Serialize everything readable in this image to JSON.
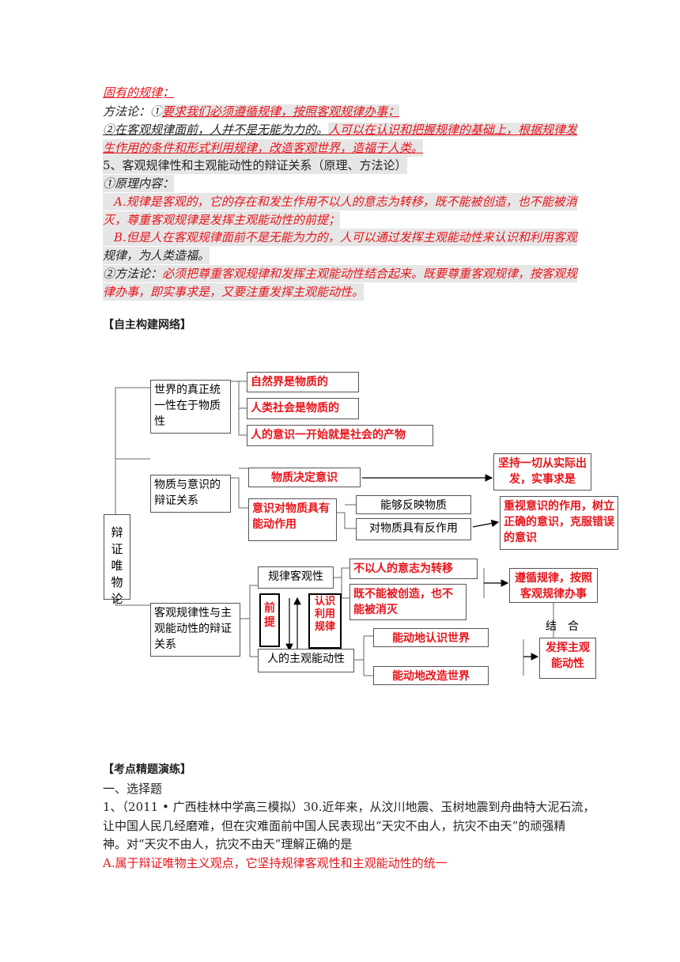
{
  "text": {
    "l1": "固有的规律；",
    "l2a": "方法论：①",
    "l2b": "要求我们必须遵循规律，按照客观规律办事；",
    "l3a": "②在客观规律面前，人并不是无能为力的。",
    "l3b": "人可以在认识和把握规律的基础上，根据规律发",
    "l4": "生作用的条件和形式利用规律，改造客观世界，造福于人类。",
    "l5": "5、客观规律性和主观能动性的辩证关系（原理、方法论）",
    "l6": "①原理内容：",
    "l7": "A.规律是客观的，它的存在和发生作用不以人的意志为转移，既不能被创造，也不能被消",
    "l8": "灭，尊重客观规律是发挥主观能动性的前提；",
    "l9": "B.但是人在客观规律面前不是无能为力的，人可以通过发挥主观能动性来认识和利用客观",
    "l10": "规律，为人类造福。",
    "l11a": "②方法论：",
    "l11b": "必须把尊重客观规律和发挥主观能动性结合起来。既要尊重客观规律，按客观规",
    "l12": "律办事，即实事求是，又要注重发挥主观能动性。",
    "sec1": "【自主构建网络】",
    "sec2": "【考点精题演练】",
    "q0": "一、选择题",
    "q1": "1、（2011 • 广西桂林中学高三模拟）30.近年来，从汶川地震、玉树地震到舟曲特大泥石流，",
    "q2": "让中国人民几经磨难，但在灾难面前中国人民表现出“天灾不由人，抗灾不由天”的顽强精",
    "q3": "神。对“天灾不由人，抗灾不由天”理解正确的是",
    "q4": "A.属于辩证唯物主义观点，它坚持规律客观性和主观能动性的统一"
  },
  "diagram": {
    "root": "辩证唯物论",
    "b1": "世界的真正统一性在于物质性",
    "b1_items": [
      "自然界是物质的",
      "人类社会是物质的",
      "人的意识一开始就是社会的产物"
    ],
    "b2": "物质与意识的辩证关系",
    "b2a": "物质决定意识",
    "b2a_res": "坚持一切从实际出发，实事求是",
    "b2b": "意识对物质具有能动作用",
    "b2b_items": [
      "能够反映物质",
      "对物质具有反作用"
    ],
    "b2b_res": "重视意识的作用，树立正确的意识，克服错误的意识",
    "b3": "客观规律性与主观能动性的辩证关系",
    "b3a": "规律客观性",
    "b3a_items": [
      "不以人的意志为转移",
      "既不能被创造，也不能被消灭"
    ],
    "b3a_res": "遵循规律，按照客观规律办事",
    "qianti": "前提",
    "renshi": "认识利用规律",
    "b3b": "人的主观能动性",
    "b3b_items": [
      "能动地认识世界",
      "能动地改造世界"
    ],
    "b3b_res": "发挥主观能动性",
    "jiehe": "结　合"
  }
}
